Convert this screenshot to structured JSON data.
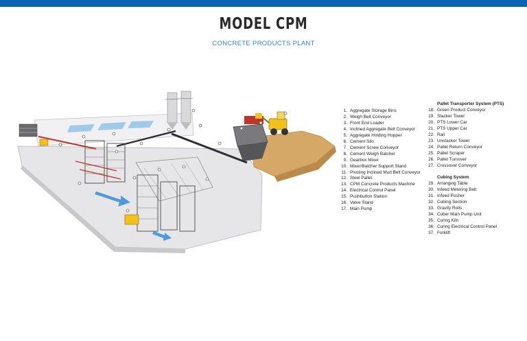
{
  "header": {
    "title": "MODEL CPM",
    "subtitle": "CONCRETE PRODUCTS PLANT"
  },
  "colors": {
    "brand_blue": "#0a63b4",
    "subtitle_blue": "#2f86c8",
    "loader_yellow": "#f2c21b",
    "sand": "#d6a866",
    "conveyor_red": "#c0332b",
    "flow_arrow": "#4a9be0"
  },
  "legend": {
    "list1": [
      {
        "num": "1.",
        "label": "Aggregate Storage Bins"
      },
      {
        "num": "2.",
        "label": "Weigh Belt Conveyor"
      },
      {
        "num": "3.",
        "label": "Front End Loader"
      },
      {
        "num": "4.",
        "label": "Inclined Aggregate Belt Conveyor"
      },
      {
        "num": "5.",
        "label": "Aggregate Holding Hopper"
      },
      {
        "num": "6.",
        "label": "Cement Silo"
      },
      {
        "num": "7.",
        "label": "Cement Screw Conveyor"
      },
      {
        "num": "8.",
        "label": "Cement Weigh Batcher"
      },
      {
        "num": "9.",
        "label": "Gearbox Mixer"
      },
      {
        "num": "10.",
        "label": "Mixer/Batcher Support Stand"
      },
      {
        "num": "11.",
        "label": "Pivoting Inclined Mud Belt Conveyor"
      },
      {
        "num": "12.",
        "label": "Steel Pallet"
      },
      {
        "num": "13.",
        "label": "CPM Concrete Products Machine"
      },
      {
        "num": "14.",
        "label": "Electrical Control Panel"
      },
      {
        "num": "15.",
        "label": "Pushbutton Station"
      },
      {
        "num": "16.",
        "label": "Valve Stand"
      },
      {
        "num": "17.",
        "label": "Main Pump"
      }
    ],
    "pts_title": "Pallet Transporter System (PTS)",
    "pts": [
      {
        "num": "18.",
        "label": "Green Product Conveyor"
      },
      {
        "num": "19.",
        "label": "Stacker Tower"
      },
      {
        "num": "20.",
        "label": "PTS Lower Car"
      },
      {
        "num": "21.",
        "label": "PTS Upper Car"
      },
      {
        "num": "22.",
        "label": "Rail"
      },
      {
        "num": "23.",
        "label": "Unstacker Tower"
      },
      {
        "num": "24.",
        "label": "Pallet Return Conveyor"
      },
      {
        "num": "25.",
        "label": "Pallet Scraper"
      },
      {
        "num": "26.",
        "label": "Pallet Turnover"
      },
      {
        "num": "27.",
        "label": "Crossover Conveyor"
      }
    ],
    "cubing_title": "Cubing System",
    "cubing": [
      {
        "num": "29.",
        "label": "Arranging Table"
      },
      {
        "num": "30.",
        "label": "Infeed Metering Belt"
      },
      {
        "num": "31.",
        "label": "Infeed Pusher"
      },
      {
        "num": "32.",
        "label": "Cubing Section"
      },
      {
        "num": "33.",
        "label": "Gravity Rolls"
      },
      {
        "num": "34.",
        "label": "Cuber Main Pump Unit"
      },
      {
        "num": "35.",
        "label": "Curing Kiln"
      },
      {
        "num": "36.",
        "label": "Curing Electrical Control Panel"
      },
      {
        "num": "37.",
        "label": "Forklift"
      }
    ]
  }
}
